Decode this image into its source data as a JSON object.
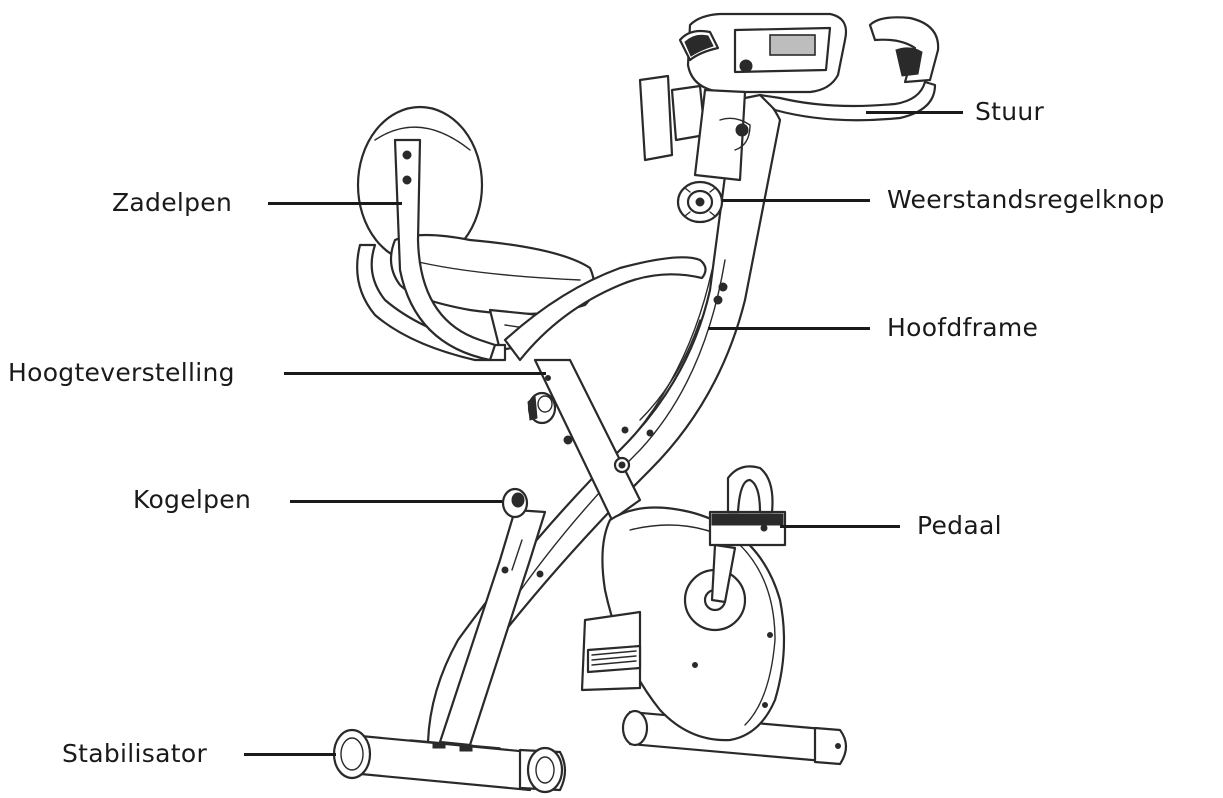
{
  "diagram": {
    "labels": {
      "stuur": "Stuur",
      "zadelpen": "Zadelpen",
      "weerstandsregelknop": "Weerstandsregelknop",
      "hoofdframe": "Hoofdframe",
      "hoogteverstelling": "Hoogteverstelling",
      "kogelpen": "Kogelpen",
      "pedaal": "Pedaal",
      "stabilisator": "Stabilisator"
    },
    "colors": {
      "line": "#2a2a2a",
      "label_text": "#1a1a1a",
      "background": "#ffffff"
    }
  }
}
